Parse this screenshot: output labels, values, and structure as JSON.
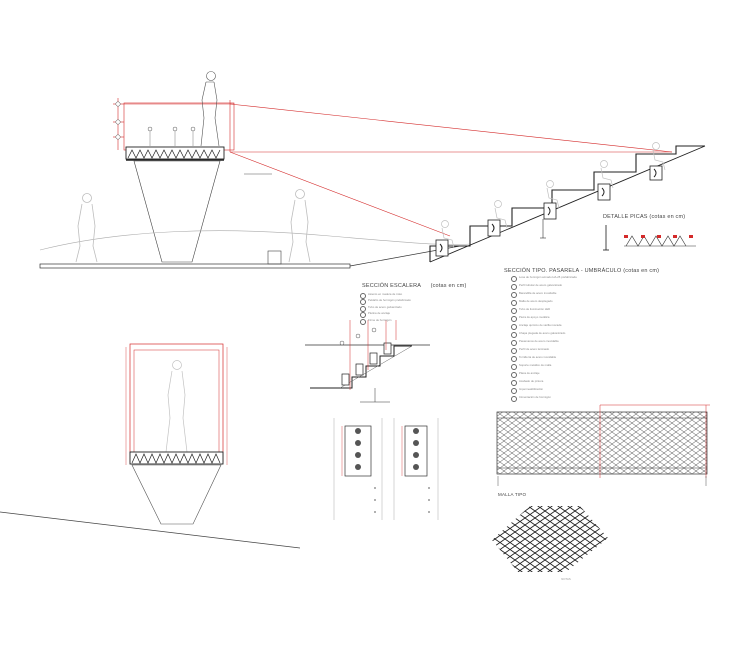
{
  "labels": {
    "seccion_tipo": "SECCIÓN TIPO. PASARELA - UMBRÁCULO (cotas en cm)",
    "seccion_escalera": "SECCIÓN ESCALERA",
    "seccion_escalera_units": "(cotas en cm)",
    "detalle_picas": "DETALLE PICAS (cotas en cm)",
    "malla_tipo": "MALLA TIPO"
  },
  "legend_items": [
    "Asiento en madera de iroko",
    "Peldaño de hormigón prefabricado",
    "Tubo de acero galvanizado",
    "Pletina de anclaje",
    "Firme de hormigón"
  ],
  "notes": [
    "Losa de hormigón armado HA-25 prefabricada",
    "Perfil tubular de acero galvanizado",
    "Barandilla de acero inoxidable",
    "Malla de acero desplegado",
    "Tubo de iluminación LED",
    "Pieza de apoyo metálica",
    "Anclaje químico de varilla roscada",
    "Chapa plegada de acero galvanizado",
    "Pasamanos de acero inoxidable",
    "Perfil de acero laminado",
    "Tornillería de acero inoxidable",
    "Soporte metálico de malla",
    "Placa de anclaje",
    "Acabado de pintura",
    "Impermeabilización",
    "Cimentación de hormigón"
  ],
  "malla_caption": "NOTAS",
  "colors": {
    "line": "#3a3a3a",
    "thin": "#8a8a8a",
    "red": "#d42a2a",
    "figure": "#b8b8b8"
  }
}
